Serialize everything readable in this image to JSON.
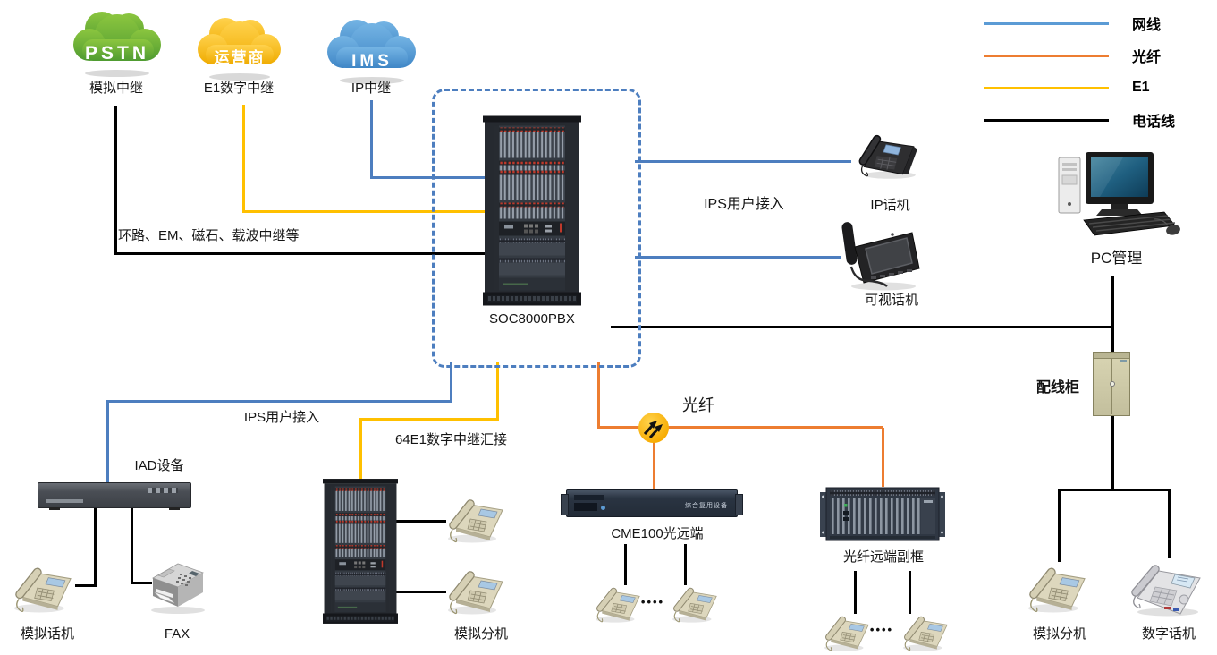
{
  "legend": {
    "items": [
      {
        "label": "网线",
        "color": "#5B9BD5"
      },
      {
        "label": "光纤",
        "color": "#ED7D31"
      },
      {
        "label": "E1",
        "color": "#FFC000"
      },
      {
        "label": "电话线",
        "color": "#000000"
      }
    ]
  },
  "clouds": {
    "pstn": {
      "title": "PSTN",
      "label": "模拟中继",
      "color": "#5fa838"
    },
    "carrier": {
      "title": "运营商",
      "label": "E1数字中继",
      "color": "#F2B200"
    },
    "ims": {
      "title": "IMS",
      "label": "IP中继",
      "color": "#4D96D2"
    }
  },
  "pbx": {
    "label": "SOC8000PBX"
  },
  "notes": {
    "analog_trunk_note": "环路、EM、磁石、载波中继等",
    "ips_access_right": "IPS用户接入",
    "ips_access_left": "IPS用户接入",
    "e1_aggregation": "64E1数字中继汇接",
    "fiber": "光纤"
  },
  "devices": {
    "ip_phone": {
      "label": "IP话机"
    },
    "video_phone": {
      "label": "可视话机"
    },
    "pc": {
      "label": "PC管理"
    },
    "cabinet": {
      "label": "配线柜"
    },
    "iad": {
      "label": "IAD设备"
    },
    "analog_phone": {
      "label": "模拟话机"
    },
    "fax": {
      "label": "FAX"
    },
    "analog_ext_mid": {
      "label": "模拟分机"
    },
    "cme": {
      "label": "CME100光远端",
      "panel_text": "综合复用设备"
    },
    "fiber_remote": {
      "label": "光纤远端副框"
    },
    "analog_ext_right": {
      "label": "模拟分机"
    },
    "digital_phone": {
      "label": "数字话机"
    },
    "ellipsis": "••••"
  }
}
